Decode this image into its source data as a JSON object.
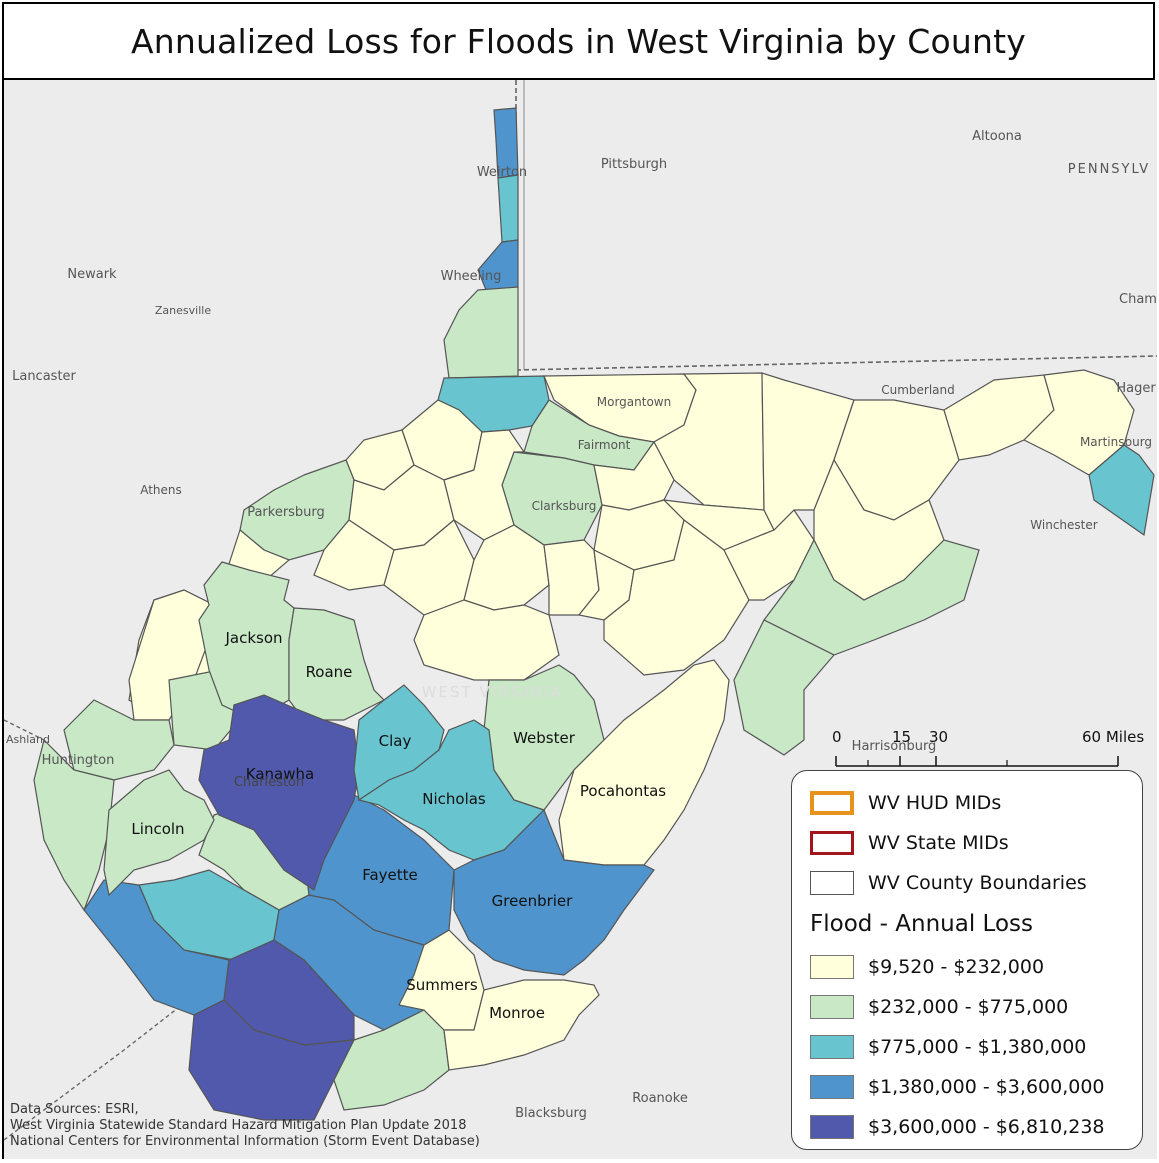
{
  "title": "Annualized Loss for Floods in West Virginia by County",
  "colors": {
    "class1": "#ffffdb",
    "class2": "#c8e8c6",
    "class3": "#68c4cf",
    "class4": "#4f94cc",
    "class5": "#5059ab",
    "hud_mid_outline": "#e6921b",
    "state_mid_outline": "#a3151c",
    "county_boundary": "#555555",
    "background": "#ececec"
  },
  "legend": {
    "hud": "WV HUD MIDs",
    "state": "WV State MIDs",
    "boundaries": "WV County Boundaries",
    "heading": "Flood - Annual Loss",
    "classes": [
      {
        "label": "$9,520 - $232,000",
        "color": "#ffffdb"
      },
      {
        "label": "$232,000 - $775,000",
        "color": "#c8e8c6"
      },
      {
        "label": "$775,000 - $1,380,000",
        "color": "#68c4cf"
      },
      {
        "label": "$1,380,000 - $3,600,000",
        "color": "#4f94cc"
      },
      {
        "label": "$3,600,000 - $6,810,238",
        "color": "#5059ab"
      }
    ]
  },
  "scale": {
    "ticks": [
      "0",
      "15",
      "30",
      "60 Miles"
    ]
  },
  "county_labels": {
    "jackson": "Jackson",
    "roane": "Roane",
    "clay": "Clay",
    "webster": "Webster",
    "kanawha": "Kanawha",
    "nicholas": "Nicholas",
    "pocahontas": "Pocahontas",
    "lincoln": "Lincoln",
    "fayette": "Fayette",
    "greenbrier": "Greenbrier",
    "summers": "Summers",
    "monroe": "Monroe"
  },
  "place_labels": {
    "altoona": "Altoona",
    "pittsburgh": "Pittsburgh",
    "pennsylvania": "PENNSYLV",
    "weirton": "Weirton",
    "newark": "Newark",
    "wheeling": "Wheeling",
    "zanesville": "Zanesville",
    "chambersburg": "Cham",
    "lancaster": "Lancaster",
    "morgantown": "Morgantown",
    "cumberland": "Cumberland",
    "hagerstown": "Hager",
    "fairmont": "Fairmont",
    "martinsburg": "Martinsburg",
    "athens": "Athens",
    "clarksburg": "Clarksburg",
    "parkersburg": "Parkersburg",
    "winchester": "Winchester",
    "west_virginia": "WEST VIRGINIA",
    "ashland": "Ashland",
    "huntington": "Huntington",
    "harrisonburg": "Harrisonburg",
    "charleston": "Charleston",
    "roanoke": "Roanoke",
    "blacksburg": "Blacksburg"
  },
  "sources": {
    "line1": "Data Sources: ESRI,",
    "line2": "West Virginia Statewide Standard Hazard Mitigation Plan Update 2018",
    "line3": "National Centers for Environmental Information (Storm Event Database)"
  },
  "counties": [
    {
      "id": "hancock",
      "class": 4
    },
    {
      "id": "brooke",
      "class": 3
    },
    {
      "id": "ohio",
      "class": 4
    },
    {
      "id": "marshall",
      "class": 2
    },
    {
      "id": "wetzel",
      "class": 3
    },
    {
      "id": "monongalia",
      "class": 1
    },
    {
      "id": "marion",
      "class": 2
    },
    {
      "id": "harrison",
      "class": 2
    },
    {
      "id": "preston",
      "class": 1
    },
    {
      "id": "tyler",
      "class": 1
    },
    {
      "id": "pleasants",
      "class": 1
    },
    {
      "id": "wood",
      "class": 2
    },
    {
      "id": "ritchie",
      "class": 1
    },
    {
      "id": "doddridge",
      "class": 1
    },
    {
      "id": "taylor",
      "class": 1
    },
    {
      "id": "barbour",
      "class": 1
    },
    {
      "id": "tucker",
      "class": 1
    },
    {
      "id": "upshur",
      "class": 1
    },
    {
      "id": "lewis",
      "class": 1
    },
    {
      "id": "gilmer",
      "class": 1
    },
    {
      "id": "calhoun",
      "class": 1
    },
    {
      "id": "wirt",
      "class": 1
    },
    {
      "id": "braxton",
      "class": 1
    },
    {
      "id": "randolph",
      "class": 1
    },
    {
      "id": "grant",
      "class": 1
    },
    {
      "id": "mineral",
      "class": 1
    },
    {
      "id": "hampshire",
      "class": 1
    },
    {
      "id": "morgan",
      "class": 1
    },
    {
      "id": "berkeley",
      "class": 1
    },
    {
      "id": "jefferson",
      "class": 3
    },
    {
      "id": "hardy",
      "class": 1
    },
    {
      "id": "pendleton",
      "class": 2
    },
    {
      "id": "mason",
      "class": 1
    },
    {
      "id": "putnam",
      "class": 2
    },
    {
      "id": "cabell",
      "class": 2
    },
    {
      "id": "wayne",
      "class": 2
    },
    {
      "id": "boone",
      "class": 2
    },
    {
      "id": "logan",
      "class": 3
    },
    {
      "id": "mingo",
      "class": 4
    },
    {
      "id": "raleigh",
      "class": 4
    },
    {
      "id": "wyoming",
      "class": 5
    },
    {
      "id": "mcdowell",
      "class": 5
    },
    {
      "id": "mercer",
      "class": 2
    },
    {
      "id": "jackson",
      "class": 2
    },
    {
      "id": "roane",
      "class": 2
    },
    {
      "id": "clay",
      "class": 3
    },
    {
      "id": "webster",
      "class": 2
    },
    {
      "id": "kanawha",
      "class": 5
    },
    {
      "id": "nicholas",
      "class": 3
    },
    {
      "id": "pocahontas",
      "class": 1
    },
    {
      "id": "lincoln",
      "class": 2
    },
    {
      "id": "fayette",
      "class": 4
    },
    {
      "id": "greenbrier",
      "class": 4
    },
    {
      "id": "summers",
      "class": 1
    },
    {
      "id": "monroe",
      "class": 1
    }
  ]
}
